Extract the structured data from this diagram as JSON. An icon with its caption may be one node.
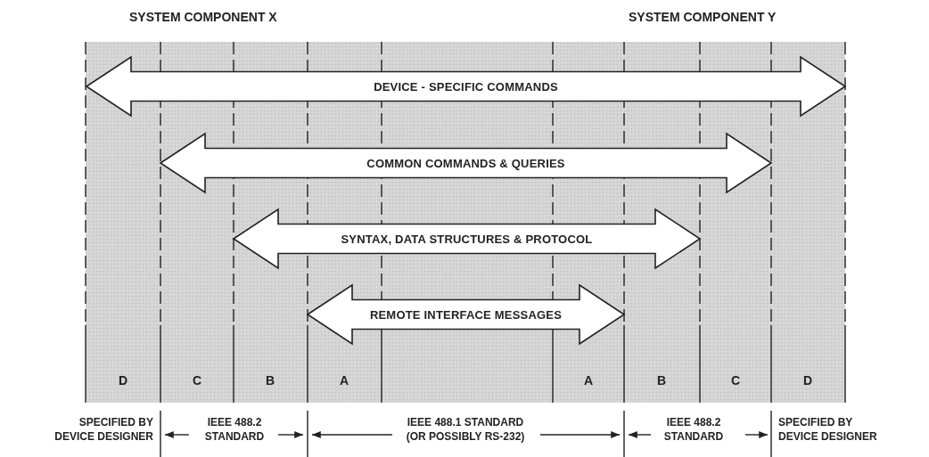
{
  "diagram": {
    "nodes": [
      {
        "text": [
          "DEVICE - SPECIFIC COMMANDS"
        ]
      },
      {
        "text": [
          "COMMON COMMANDS & QUERIES"
        ]
      },
      {
        "text": [
          "SYNTAX, DATA STRUCTURES & PROTOCOL"
        ]
      },
      {
        "text": [
          "REMOTE INTERFACE MESSAGES"
        ]
      }
    ],
    "labels": [
      "SYSTEM COMPONENT X",
      "SYSTEM COMPONENT Y",
      "D",
      "C",
      "B",
      "A",
      "A",
      "B",
      "C",
      "D",
      "SPECIFIED BY DEVICE DESIGNER",
      "IEEE 488.2 STANDARD",
      "IEEE 488.1 STANDARD (OR POSSIBLY RS-232)",
      "IEEE 488.2 STANDARD",
      "SPECIFIED BY DEVICE DESIGNER"
    ]
  }
}
